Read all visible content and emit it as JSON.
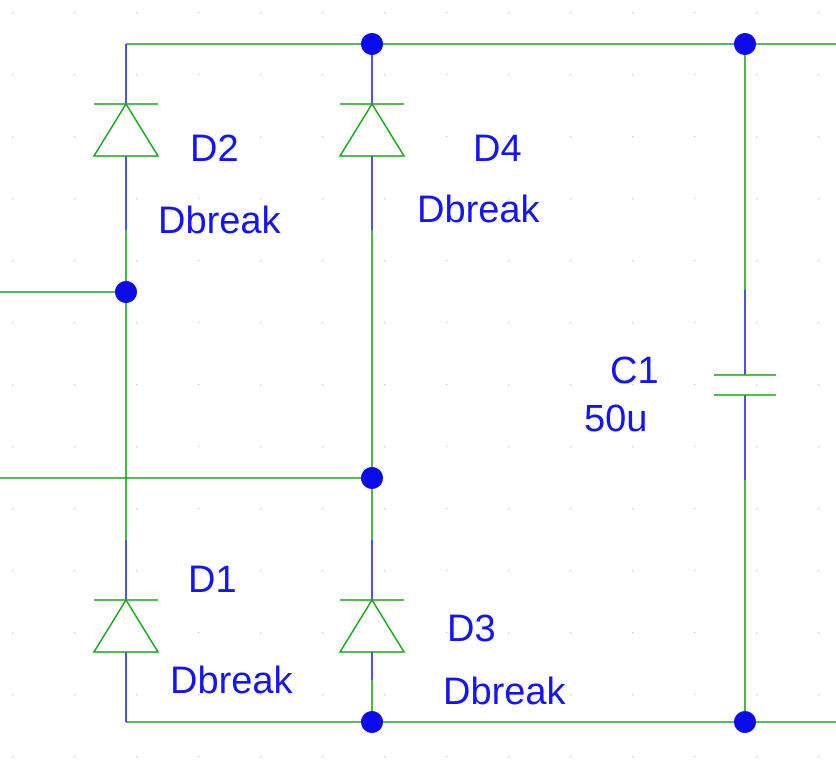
{
  "components": {
    "d2": {
      "ref": "D2",
      "model": "Dbreak"
    },
    "d4": {
      "ref": "D4",
      "model": "Dbreak"
    },
    "d1": {
      "ref": "D1",
      "model": "Dbreak"
    },
    "d3": {
      "ref": "D3",
      "model": "Dbreak"
    },
    "c1": {
      "ref": "C1",
      "value": "50u"
    }
  },
  "colors": {
    "wire": "#18a818",
    "pin": "#2222ee",
    "label": "#1414f5",
    "junction": "#0a0aea",
    "background": "#ffffff"
  }
}
